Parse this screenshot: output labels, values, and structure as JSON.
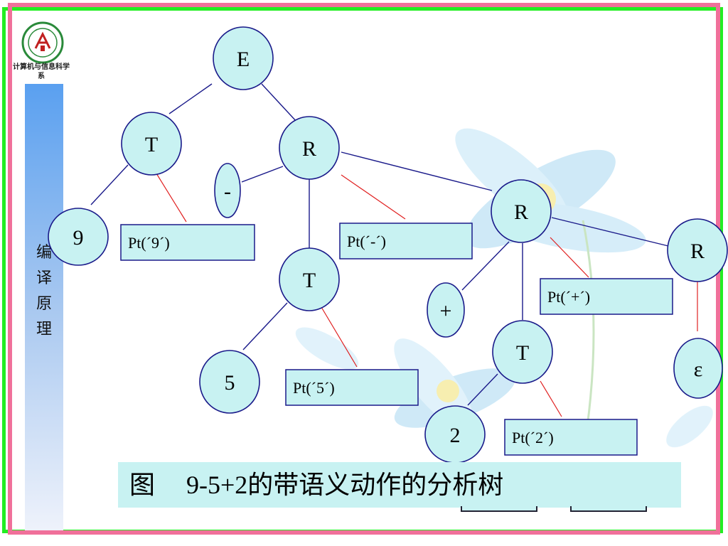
{
  "header": {
    "department": "计算机与信息科学系"
  },
  "sidebar": {
    "title_chars": [
      "编",
      "译",
      "原",
      "理"
    ]
  },
  "tree": {
    "nodes": [
      {
        "id": "E",
        "label": "E"
      },
      {
        "id": "T1",
        "label": "T"
      },
      {
        "id": "R1",
        "label": "R"
      },
      {
        "id": "n9",
        "label": "9"
      },
      {
        "id": "minus",
        "label": "-"
      },
      {
        "id": "T2",
        "label": "T"
      },
      {
        "id": "R2",
        "label": "R"
      },
      {
        "id": "n5",
        "label": "5"
      },
      {
        "id": "plus",
        "label": "+"
      },
      {
        "id": "T3",
        "label": "T"
      },
      {
        "id": "R3",
        "label": "R"
      },
      {
        "id": "n2",
        "label": "2"
      },
      {
        "id": "eps",
        "label": "ε"
      }
    ],
    "actions": [
      {
        "id": "pt9",
        "label": "Pt(´9´)"
      },
      {
        "id": "ptminus",
        "label": "Pt(´-´)"
      },
      {
        "id": "ptplus",
        "label": "Pt(´+´)"
      },
      {
        "id": "pt5",
        "label": "Pt(´5´)"
      },
      {
        "id": "pt2",
        "label": "Pt(´2´)"
      }
    ]
  },
  "caption": {
    "prefix": "图",
    "text": "9-5+2的带语义动作的分析树"
  },
  "colors": {
    "node_fill": "#c8f2f2",
    "node_stroke": "#1a1a8a",
    "tree_edge": "#1a1a8a",
    "action_edge": "#e02020",
    "frame_pink": "#f0709a",
    "frame_green": "#22ee22"
  }
}
